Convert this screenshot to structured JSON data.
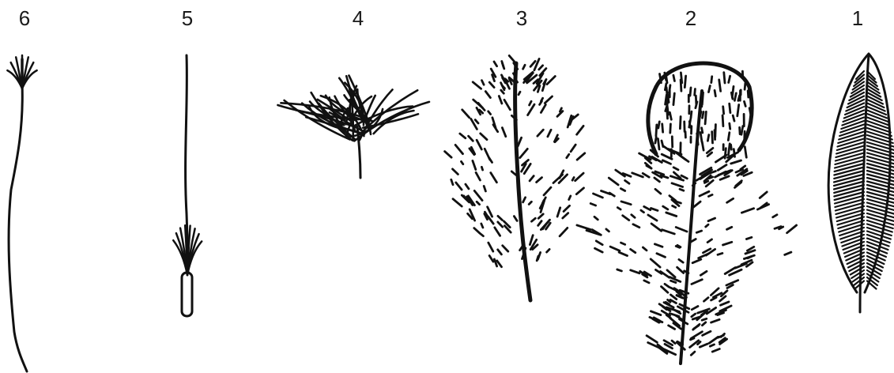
{
  "figure": {
    "labels": [
      "6",
      "5",
      "4",
      "3",
      "2",
      "1"
    ],
    "ink_color": "#111111",
    "background": "#ffffff"
  }
}
